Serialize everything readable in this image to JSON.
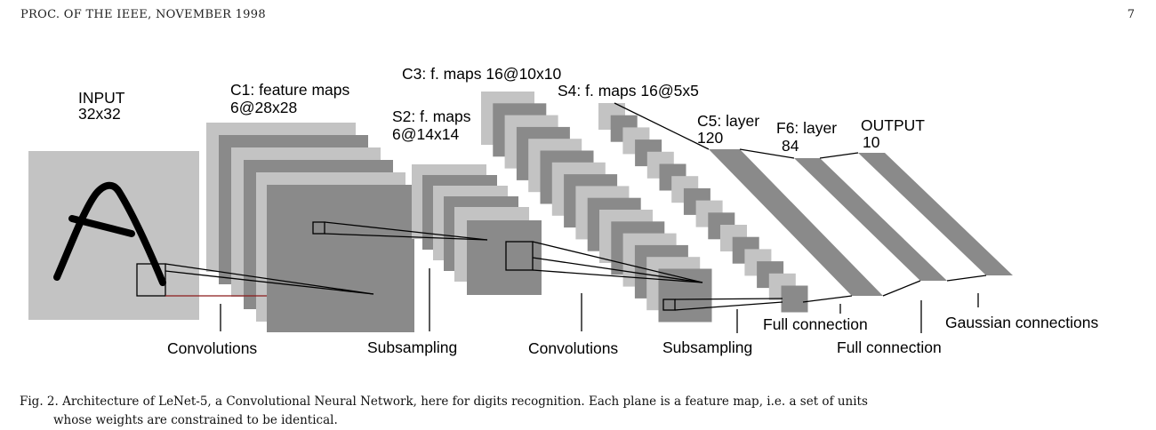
{
  "header": {
    "left": "PROC. OF THE IEEE, NOVEMBER 1998",
    "page_number": "7"
  },
  "diagram": {
    "layers": {
      "input": [
        "INPUT",
        "32x32"
      ],
      "c1": [
        "C1: feature maps",
        "6@28x28"
      ],
      "s2": [
        "S2: f. maps",
        "6@14x14"
      ],
      "c3": [
        "C3: f. maps 16@10x10"
      ],
      "s4": [
        "S4: f. maps 16@5x5"
      ],
      "c5": [
        "C5: layer",
        "120"
      ],
      "f6": [
        "F6: layer",
        "84"
      ],
      "output": [
        "OUTPUT",
        "10"
      ]
    },
    "operations": {
      "conv1": "Convolutions",
      "sub1": "Subsampling",
      "conv2": "Convolutions",
      "sub2": "Subsampling",
      "full1": "Full connection",
      "full2": "Full connection",
      "gauss": "Gaussian connections"
    },
    "colors": {
      "light": "#c3c3c3",
      "dark": "#8a8a8a",
      "stroke": "#000000",
      "line_red": "#8b1a1a"
    }
  },
  "caption": {
    "line1": "Fig. 2.   Architecture of LeNet-5, a Convolutional Neural Network, here for digits recognition. Each plane is a feature map, i.e. a set of units",
    "line2": "whose weights are constrained to be identical."
  }
}
